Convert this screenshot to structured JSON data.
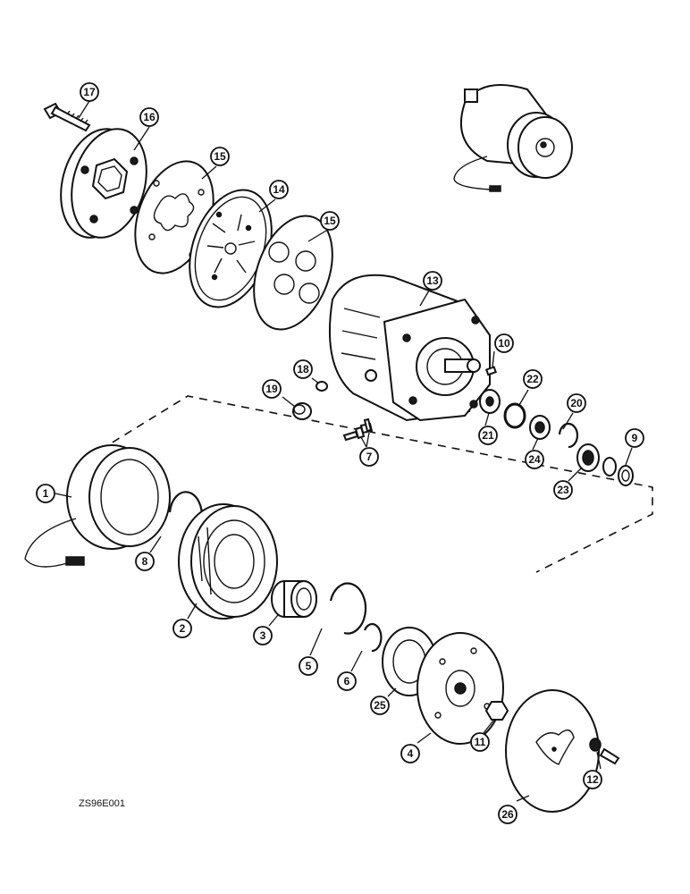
{
  "diagram_code": "ZS96E001",
  "callouts": [
    {
      "id": "c17",
      "label": "17"
    },
    {
      "id": "c16",
      "label": "16"
    },
    {
      "id": "c15a",
      "label": "15"
    },
    {
      "id": "c14",
      "label": "14"
    },
    {
      "id": "c15b",
      "label": "15"
    },
    {
      "id": "c13",
      "label": "13"
    },
    {
      "id": "c18",
      "label": "18"
    },
    {
      "id": "c19",
      "label": "19"
    },
    {
      "id": "c10",
      "label": "10"
    },
    {
      "id": "c22",
      "label": "22"
    },
    {
      "id": "c20",
      "label": "20"
    },
    {
      "id": "c21",
      "label": "21"
    },
    {
      "id": "c24",
      "label": "24"
    },
    {
      "id": "c9",
      "label": "9"
    },
    {
      "id": "c23",
      "label": "23"
    },
    {
      "id": "c7",
      "label": "7"
    },
    {
      "id": "c1",
      "label": "1"
    },
    {
      "id": "c8",
      "label": "8"
    },
    {
      "id": "c2",
      "label": "2"
    },
    {
      "id": "c3",
      "label": "3"
    },
    {
      "id": "c5",
      "label": "5"
    },
    {
      "id": "c6",
      "label": "6"
    },
    {
      "id": "c25",
      "label": "25"
    },
    {
      "id": "c4",
      "label": "4"
    },
    {
      "id": "c11",
      "label": "11"
    },
    {
      "id": "c12",
      "label": "12"
    },
    {
      "id": "c26",
      "label": "26"
    }
  ]
}
